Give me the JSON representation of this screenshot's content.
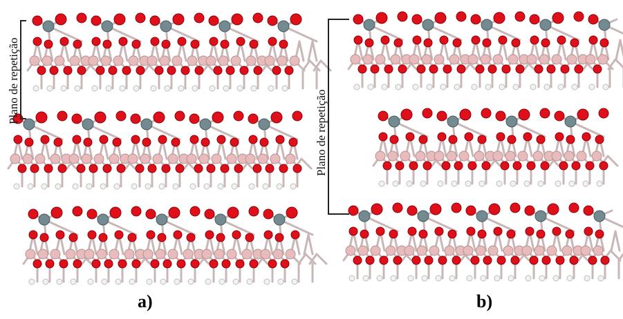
{
  "panel_a": {
    "label": "a)",
    "repetition_plane_label": "Plano de repetição",
    "slabs": 3
  },
  "panel_b": {
    "label": "b)",
    "repetition_plane_label": "Plano de repetição",
    "slabs": 3
  },
  "atom_colors": {
    "oxygen": "#e0101a",
    "oxygen_edge": "#8a0008",
    "cation_grey": "#738a90",
    "cation_pink": "#e8bcbc",
    "hydrogen": "#f2f2f2",
    "bond": "#c9b7b7"
  }
}
